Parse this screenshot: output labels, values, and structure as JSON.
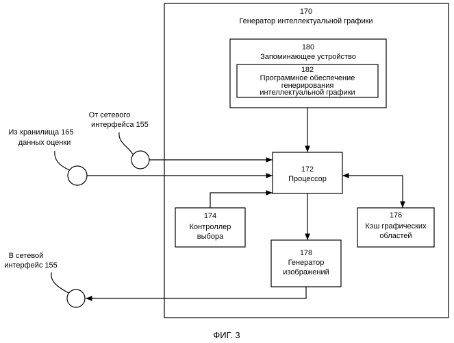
{
  "diagram": {
    "outer": {
      "number": "170",
      "label": "Генератор интеллектуальной графики"
    },
    "memory": {
      "number": "180",
      "label": "Запоминающее устройство"
    },
    "software": {
      "number": "182",
      "line1": "Программное обеспечение",
      "line2": "генерирования",
      "line3": "интеллектуальной графики"
    },
    "processor": {
      "number": "172",
      "label": "Процессор"
    },
    "selection_controller": {
      "number": "174",
      "line1": "Контроллер",
      "line2": "выбора"
    },
    "cache": {
      "number": "176",
      "line1": "Кэш графических",
      "line2": "областей"
    },
    "image_generator": {
      "number": "178",
      "line1": "Генератор",
      "line2": "изображений"
    },
    "input_network": {
      "line1": "От сетевого",
      "line2": "интерфейса 155"
    },
    "input_storage": {
      "line1": "Из хранилища 165",
      "line2": "данных оценки"
    },
    "output_network": {
      "line1": "В сетевой",
      "line2": "интерфейс 155"
    },
    "figure_caption": "ФИГ. 3"
  }
}
